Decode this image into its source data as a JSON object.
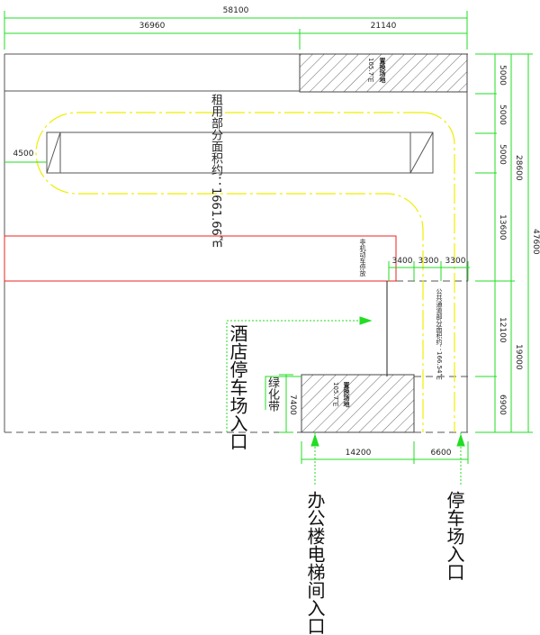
{
  "dimensions": {
    "top_total": "58100",
    "top_left": "36960",
    "top_right": "21140",
    "right_segments": [
      "5000",
      "5000",
      "5000",
      "13600",
      "12100",
      "6900"
    ],
    "right_mid": [
      "28600",
      "19000"
    ],
    "right_total": "47600",
    "left_offset": "4500",
    "lane_widths": [
      "3400",
      "3300",
      "3300"
    ],
    "greenbelt_depth": "7400",
    "bottom_left": "14200",
    "bottom_right": "6600"
  },
  "labels": {
    "rented_area": "租用部分面积约：1661.66㎡",
    "public_passage_area": "公共通道部分面积约：166.54㎡",
    "bicycle_parking": "非机动车停放",
    "swap_site_top": "置换场地",
    "swap_site_top_area": "105.7㎡",
    "swap_site_bottom": "置换场地",
    "swap_site_bottom_area": "105.7㎡",
    "greenbelt": "绿化带",
    "hotel_parking_entrance": "酒店停车场入口",
    "office_elevator_entrance": "办公楼电梯间入口",
    "parking_entrance": "停车场入口"
  },
  "colors": {
    "dimension": "#22dd22",
    "lane": "#eeee00",
    "bicycle_zone": "#ee2222",
    "outline": "#555555"
  }
}
